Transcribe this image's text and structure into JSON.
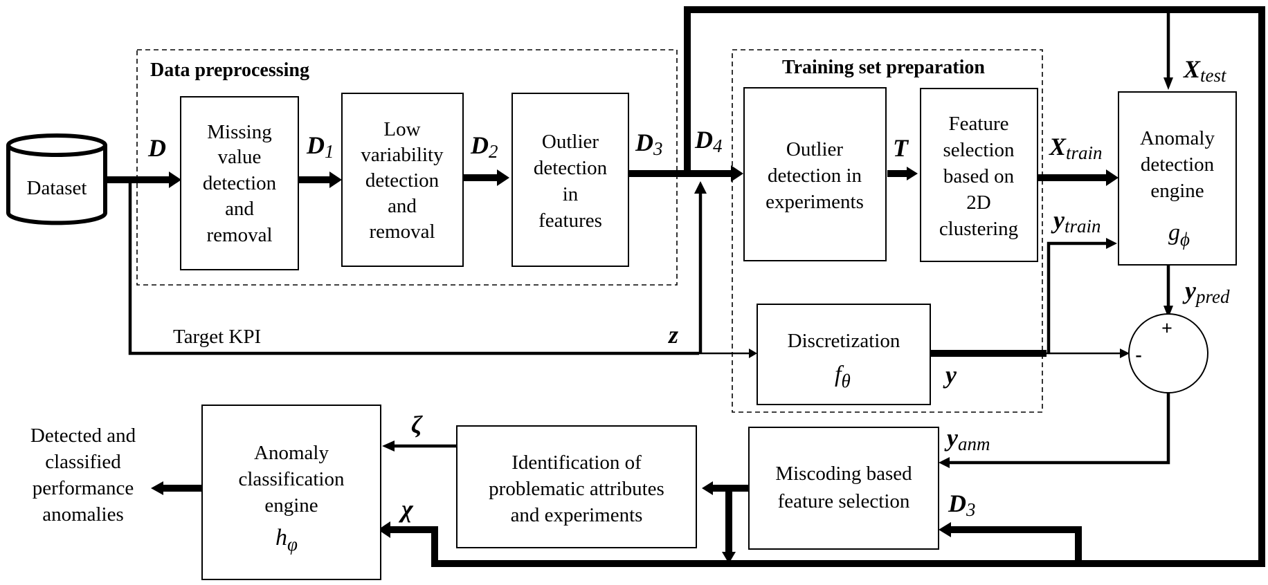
{
  "groups": {
    "data_preprocessing": "Data preprocessing",
    "training_set_preparation": "Training set preparation"
  },
  "dataset": "Dataset",
  "blocks": {
    "missing_value": [
      "Missing",
      "value",
      "detection",
      "and",
      "removal"
    ],
    "low_variability": [
      "Low",
      "variability",
      "detection",
      "and",
      "removal"
    ],
    "outlier_features": [
      "Outlier",
      "detection",
      "in",
      "features"
    ],
    "outlier_experiments": [
      "Outlier",
      "detection in",
      "experiments"
    ],
    "feature_selection": [
      "Feature",
      "selection",
      "based on",
      "2D",
      "clustering"
    ],
    "anomaly_detection": [
      "Anomaly",
      "detection",
      "engine"
    ],
    "discretization": [
      "Discretization"
    ],
    "miscoding": [
      "Miscoding based",
      "feature selection"
    ],
    "identification": [
      "Identification of",
      "problematic attributes",
      "and experiments"
    ],
    "anomaly_classification": [
      "Anomaly",
      "classification",
      "engine"
    ]
  },
  "functions": {
    "g_base": "g",
    "g_sub": "ϕ",
    "f_base": "f",
    "f_sub": "θ",
    "h_base": "h",
    "h_sub": "φ"
  },
  "signals": {
    "D": "D",
    "D1_base": "D",
    "D1_sub": "1",
    "D2_base": "D",
    "D2_sub": "2",
    "D3_base": "D",
    "D3_sub": "3",
    "D4_base": "D",
    "D4_sub": "4",
    "T": "T",
    "Xtrain_base": "X",
    "Xtrain_sub": "train",
    "Xtest_base": "X",
    "Xtest_sub": "test",
    "ytrain_base": "y",
    "ytrain_sub": "train",
    "ypred_base": "y",
    "ypred_sub": "pred",
    "yanm_base": "y",
    "yanm_sub": "anm",
    "z": "z",
    "y": "y",
    "zeta": "ζ",
    "chi": "χ",
    "D3b_base": "D",
    "D3b_sub": "3"
  },
  "target_kpi": "Target KPI",
  "summing_junction": {
    "plus": "+",
    "minus": "-"
  },
  "output": [
    "Detected and",
    "classified",
    "performance",
    "anomalies"
  ]
}
